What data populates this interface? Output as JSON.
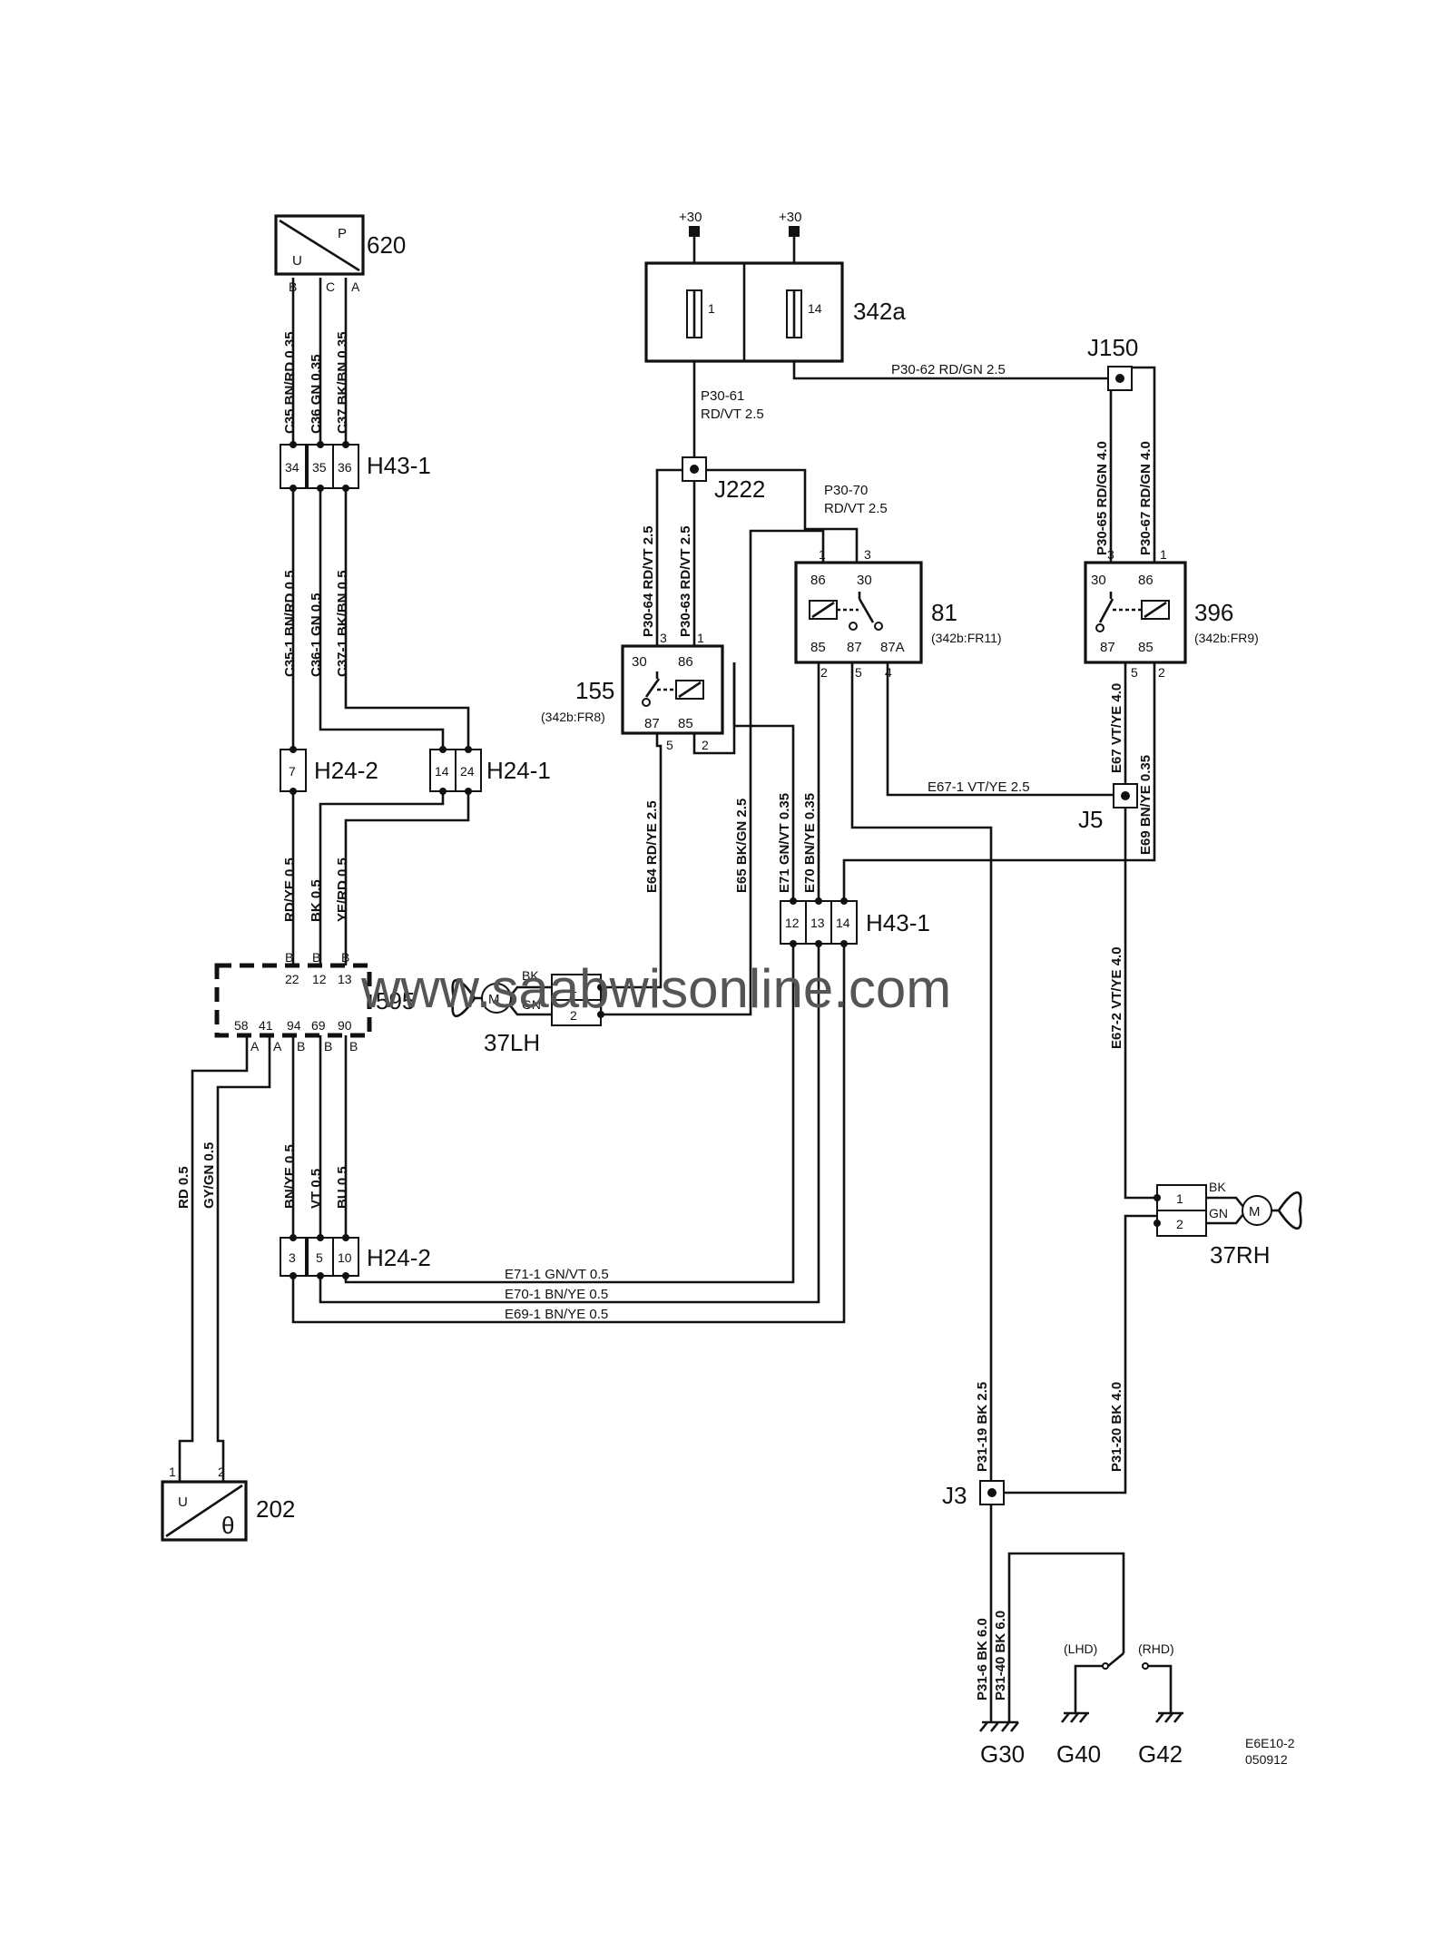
{
  "components": {
    "c620": {
      "id": "620",
      "u": "U",
      "p": "P",
      "pins": [
        "B",
        "C",
        "A"
      ]
    },
    "c342a": {
      "id": "342a",
      "fuses": [
        "1",
        "14"
      ],
      "supply": "+30"
    },
    "c81": {
      "id": "81",
      "ref": "(342b:FR11)",
      "pins_top": [
        "1",
        "3"
      ],
      "terms_top": [
        "86",
        "30"
      ],
      "terms_bottom": [
        "85",
        "87",
        "87A"
      ],
      "pins_bottom": [
        "2",
        "5",
        "4"
      ]
    },
    "c396": {
      "id": "396",
      "ref": "(342b:FR9)",
      "pins_top": [
        "3",
        "1"
      ],
      "terms_top": [
        "30",
        "86"
      ],
      "terms_bottom": [
        "87",
        "85"
      ],
      "pins_bottom": [
        "5",
        "2"
      ]
    },
    "c155": {
      "id": "155",
      "ref": "(342b:FR8)",
      "pins_top": [
        "3",
        "1"
      ],
      "terms_top": [
        "30",
        "86"
      ],
      "terms_bottom": [
        "87",
        "85"
      ],
      "pins_bottom": [
        "5",
        "2"
      ]
    },
    "c595": {
      "id": "595",
      "top_pins": [
        "22",
        "12",
        "13"
      ],
      "top_letters": [
        "B",
        "B",
        "B"
      ],
      "bottom_pins": [
        "58",
        "41",
        "94",
        "69",
        "90"
      ],
      "bottom_letters": [
        "A",
        "A",
        "B",
        "B",
        "B"
      ]
    },
    "c202": {
      "id": "202",
      "u": "U",
      "theta": "θ",
      "pins": [
        "1",
        "2"
      ]
    },
    "fan_lh": {
      "id": "37LH",
      "m": "M",
      "wire1": "BK",
      "wire2": "GN",
      "pins": [
        "1",
        "2"
      ]
    },
    "fan_rh": {
      "id": "37RH",
      "m": "M",
      "wire1": "BK",
      "wire2": "GN",
      "pins": [
        "1",
        "2"
      ]
    }
  },
  "connectors": {
    "h43_top": {
      "id": "H43-1",
      "pins": [
        "34",
        "35",
        "36"
      ]
    },
    "h43_mid": {
      "id": "H43-1",
      "pins": [
        "12",
        "13",
        "14"
      ]
    },
    "h24_2_top": {
      "id": "H24-2",
      "pins": [
        "7"
      ]
    },
    "h24_1": {
      "id": "H24-1",
      "pins": [
        "14",
        "24"
      ]
    },
    "h24_2_bot": {
      "id": "H24-2",
      "pins": [
        "3",
        "5",
        "10"
      ]
    }
  },
  "junctions": [
    "J150",
    "J222",
    "J5",
    "J3"
  ],
  "grounds": [
    "G30",
    "G40",
    "G42"
  ],
  "ground_labels": [
    "(LHD)",
    "(RHD)"
  ],
  "wires": {
    "c35": "C35  BN/RD  0.35",
    "c36": "C36  GN  0.35",
    "c37": "C37  BK/BN  0.35",
    "c35_1": "C35-1  BN/RD  0.5",
    "c36_1": "C36-1  GN  0.5",
    "c37_1": "C37-1  BK/BN  0.5",
    "rdye": "RD/YE  0.5",
    "bk": "BK  0.5",
    "yerd": "YE/RD  0.5",
    "rd": "RD  0.5",
    "gygn": "GY/GN  0.5",
    "bnye_b": "BN/YE  0.5",
    "vt_b": "VT  0.5",
    "bu_b": "BU  0.5",
    "p30_61a": "P30-61",
    "p30_61b": "RD/VT   2.5",
    "p30_62": "P30-62      RD/GN   2.5",
    "p30_70a": "P30-70",
    "p30_70b": "RD/VT   2.5",
    "p30_64": "P30-64  RD/VT  2.5",
    "p30_63": "P30-63  RD/VT  2.5",
    "p30_65": "P30-65  RD/GN  4.0",
    "p30_67": "P30-67  RD/GN  4.0",
    "e64": "E64  RD/YE  2.5",
    "e65": "E65  BK/GN  2.5",
    "e71": "E71  GN/VT  0.35",
    "e70": "E70  BN/YE  0.35",
    "e67": "E67  VT/YE  4.0",
    "e69": "E69  BN/YE  0.35",
    "e67_1": "E67-1     VT/YE    2.5",
    "e67_2": "E67-2  VT/YE  4.0",
    "e71_1": "E71-1  GN/VT   0.5",
    "e70_1": "E70-1  BN/YE   0.5",
    "e69_1": "E69-1  BN/YE   0.5",
    "p31_19": "P31-19  BK  2.5",
    "p31_20": "P31-20  BK  4.0",
    "p31_6": "P31-6  BK  6.0",
    "p31_40": "P31-40  BK  6.0"
  },
  "watermark": "www.saabwisonline.com",
  "drawing_id": "E6E10-2",
  "drawing_date": "050912"
}
